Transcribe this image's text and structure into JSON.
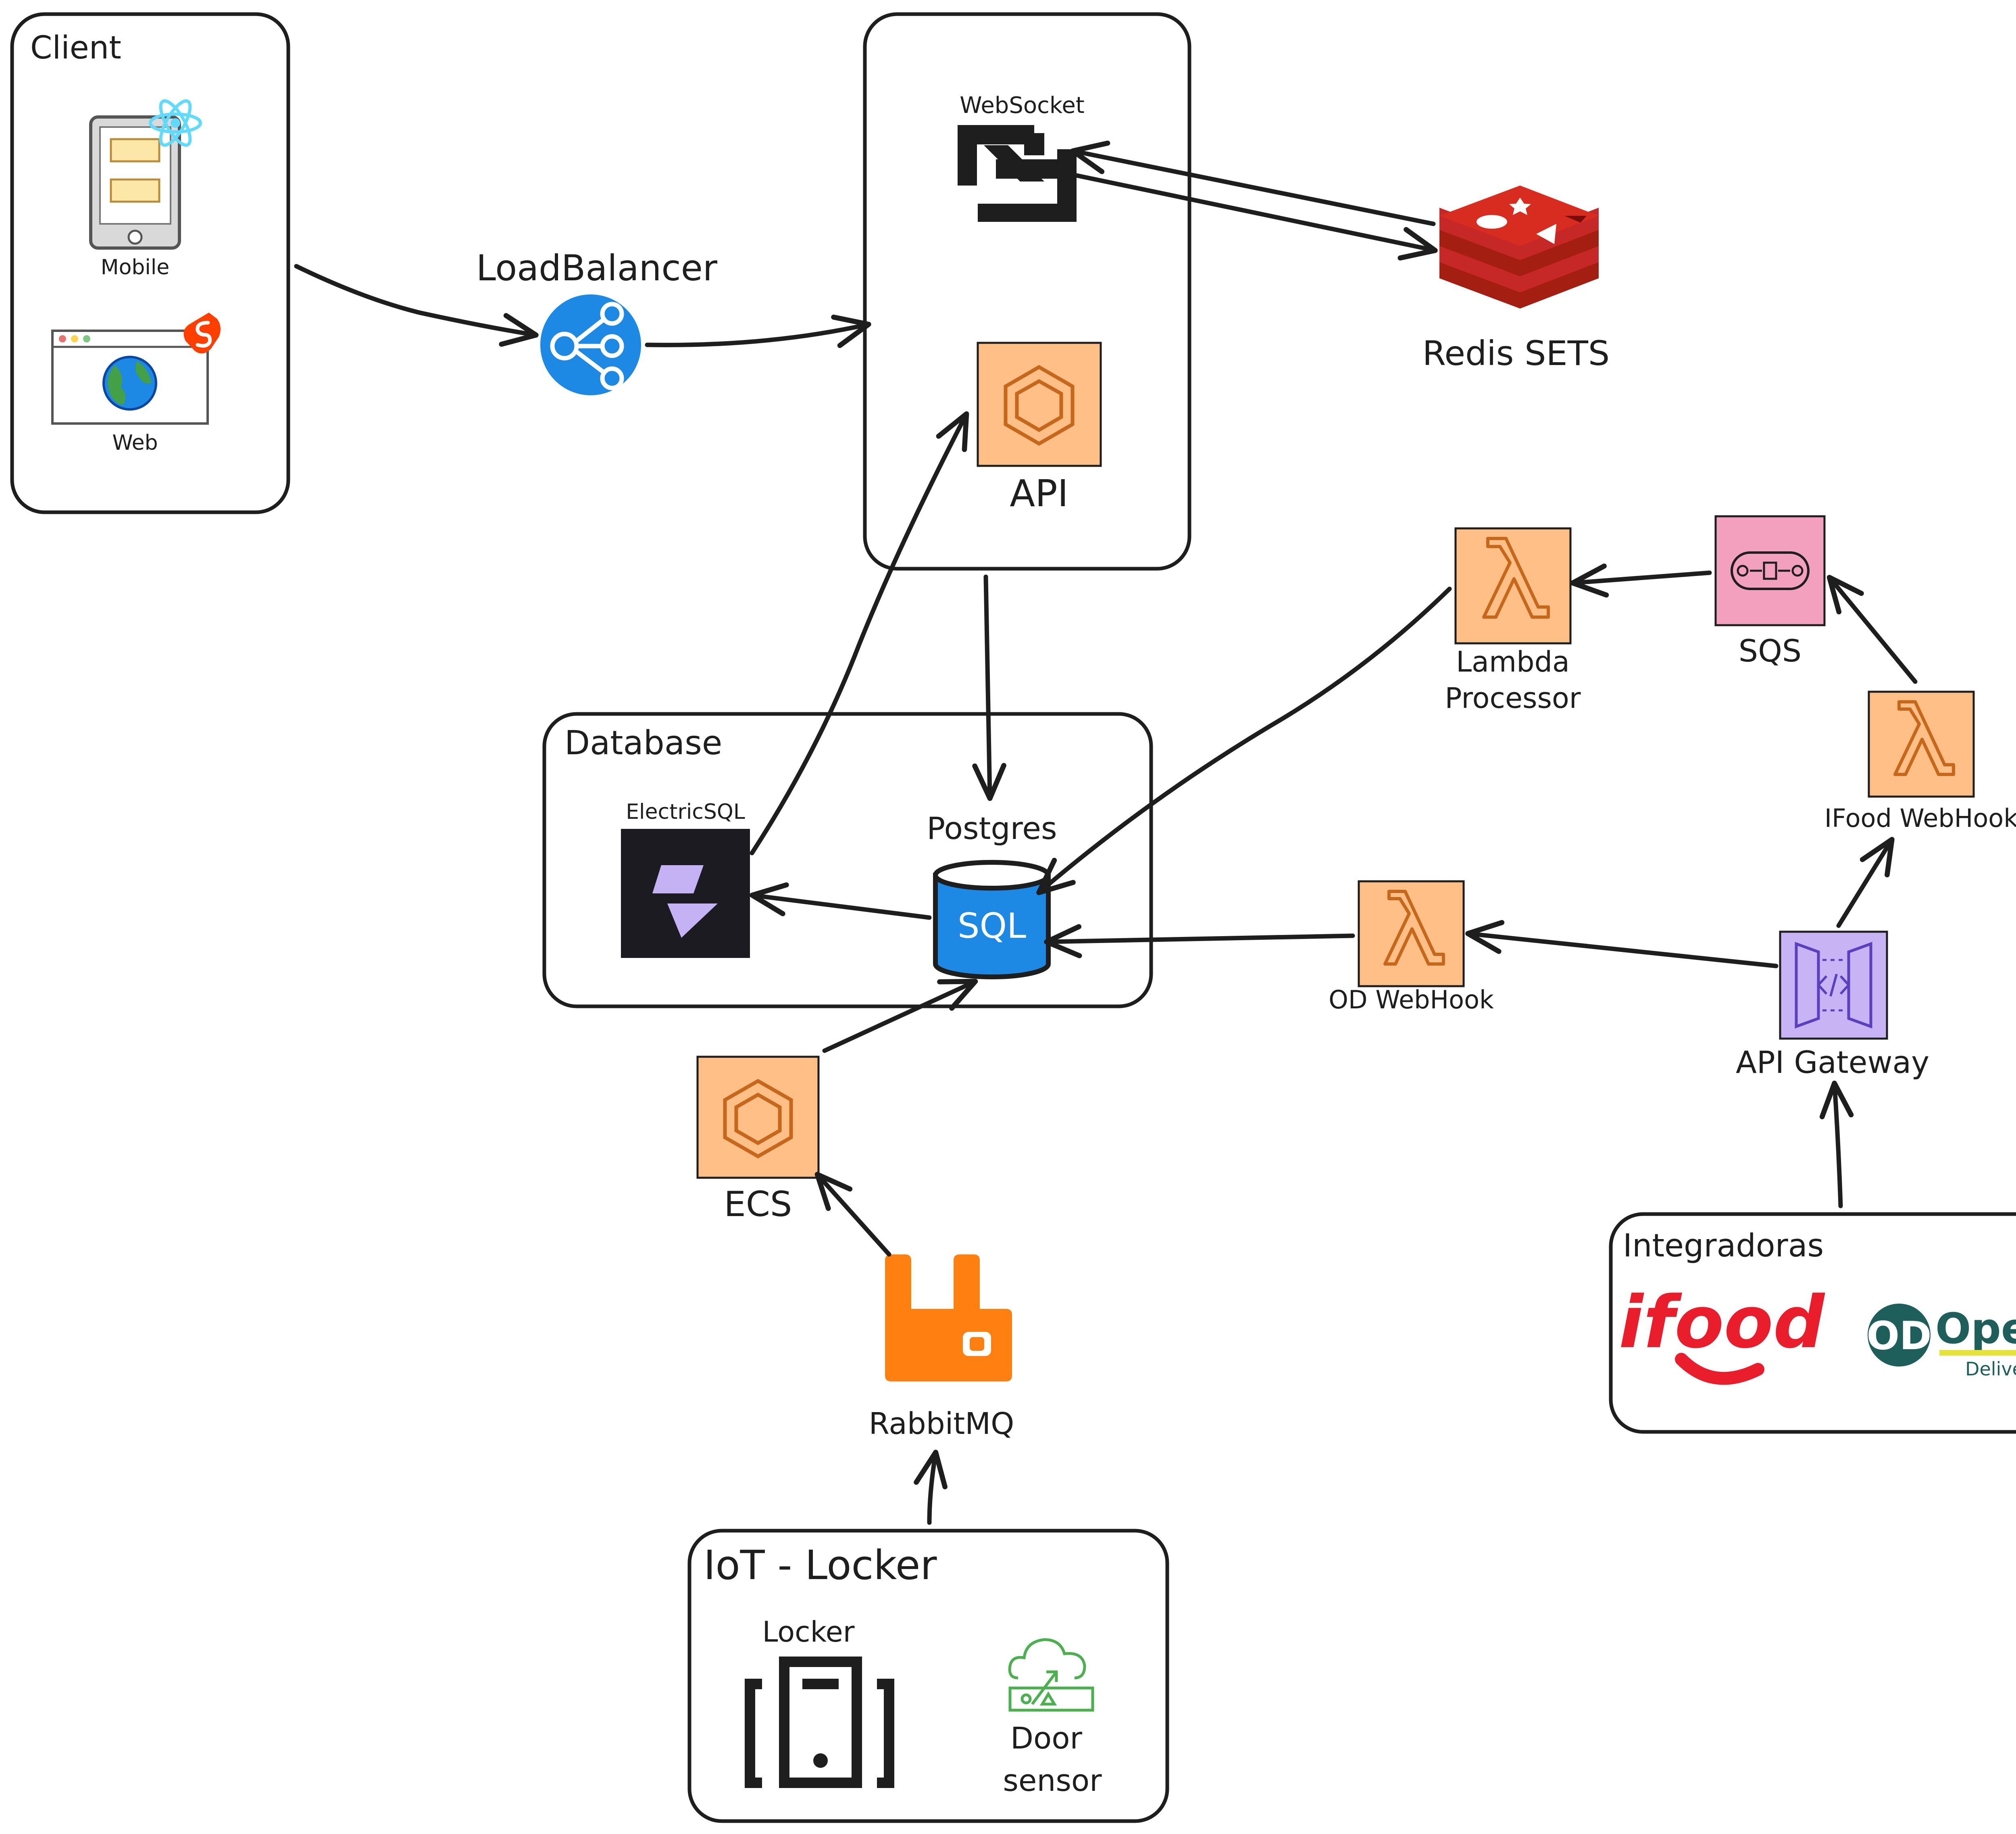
{
  "groups": {
    "client": "Client",
    "database": "Database",
    "iot": "IoT - Locker",
    "integradoras": "Integradoras"
  },
  "nodes": {
    "mobile": "Mobile",
    "web": "Web",
    "load_balancer": "LoadBalancer",
    "websocket": "WebSocket",
    "api": "API",
    "redis": "Redis SETS",
    "lambda_processor_1": "Lambda",
    "lambda_processor_2": "Processor",
    "sqs": "SQS",
    "ifood_webhook": "IFood WebHook",
    "electricsql": "ElectricSQL",
    "postgres": "Postgres",
    "sql": "SQL",
    "od_webhook": "OD WebHook",
    "api_gateway": "API Gateway",
    "ecs": "ECS",
    "rabbitmq": "RabbitMQ",
    "locker": "Locker",
    "door_sensor_1": "Door",
    "door_sensor_2": "sensor"
  },
  "logos": {
    "ifood": "ifood",
    "open": "Open",
    "delivery": "Delivery",
    "od": "OD"
  },
  "colors": {
    "aws_compute": "#ffbf86",
    "aws_compute_stroke": "#c7671b",
    "sqs": "#f2a0bd",
    "api_gateway": "#c8b4f4",
    "load_balancer": "#1e88e5",
    "redis": "#c62828",
    "rabbitmq": "#ff7f11",
    "ifood": "#ea1d2c",
    "open_delivery": "#1f5f5b",
    "electricsql_bg": "#1c1b22",
    "electricsql_mark": "#c5b2f5",
    "sensor": "#4caf50"
  }
}
